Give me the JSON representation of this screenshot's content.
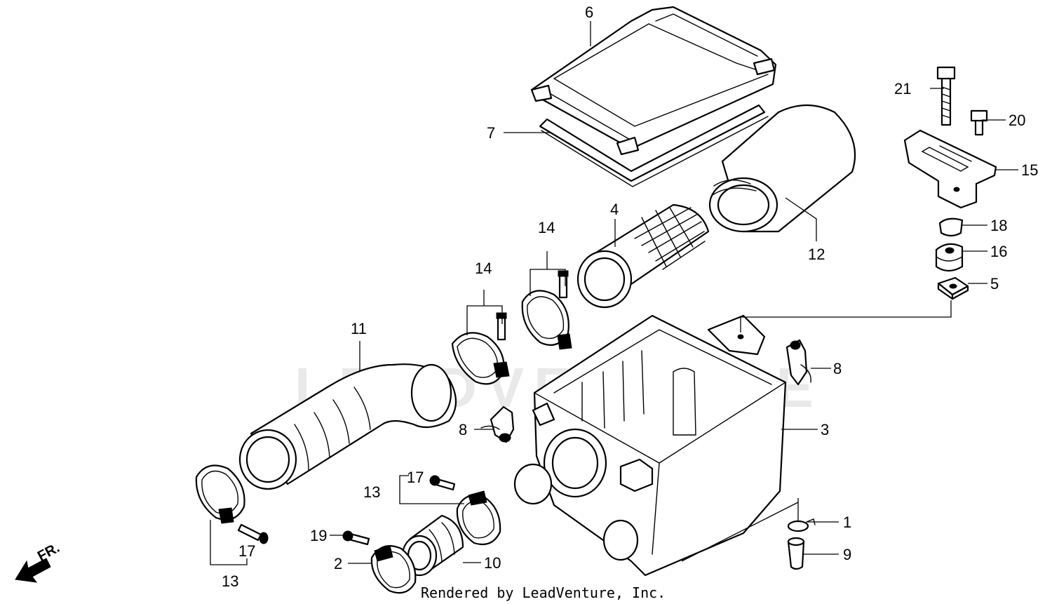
{
  "diagram": {
    "callouts": [
      {
        "id": "1",
        "label": "1"
      },
      {
        "id": "2",
        "label": "2"
      },
      {
        "id": "3",
        "label": "3"
      },
      {
        "id": "4",
        "label": "4"
      },
      {
        "id": "5",
        "label": "5"
      },
      {
        "id": "6",
        "label": "6"
      },
      {
        "id": "7",
        "label": "7"
      },
      {
        "id": "8a",
        "label": "8"
      },
      {
        "id": "8b",
        "label": "8"
      },
      {
        "id": "9",
        "label": "9"
      },
      {
        "id": "10",
        "label": "10"
      },
      {
        "id": "11",
        "label": "11"
      },
      {
        "id": "12",
        "label": "12"
      },
      {
        "id": "13a",
        "label": "13"
      },
      {
        "id": "13b",
        "label": "13"
      },
      {
        "id": "14a",
        "label": "14"
      },
      {
        "id": "14b",
        "label": "14"
      },
      {
        "id": "15",
        "label": "15"
      },
      {
        "id": "16",
        "label": "16"
      },
      {
        "id": "17a",
        "label": "17"
      },
      {
        "id": "17b",
        "label": "17"
      },
      {
        "id": "18",
        "label": "18"
      },
      {
        "id": "19",
        "label": "19"
      },
      {
        "id": "20",
        "label": "20"
      },
      {
        "id": "21",
        "label": "21"
      }
    ],
    "direction_label": "FR.",
    "watermark": "LEADVENTURE",
    "credit": "Rendered by LeadVenture, Inc."
  }
}
